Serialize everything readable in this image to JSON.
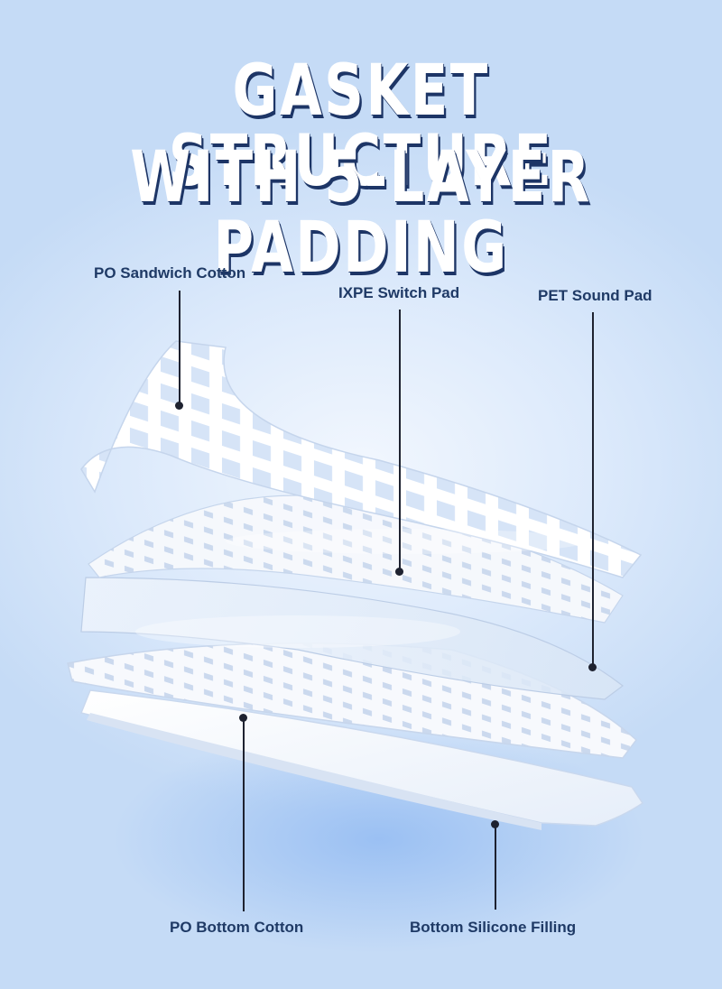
{
  "headline": {
    "line1": "GASKET STRUCTURE",
    "line2": "WITH 5-LAYER PADDING"
  },
  "callouts": [
    {
      "label": "PO Sandwich Cotton"
    },
    {
      "label": "IXPE Switch Pad"
    },
    {
      "label": "PET Sound Pad"
    },
    {
      "label": "PO Bottom Cotton"
    },
    {
      "label": "Bottom Silicone Filling"
    }
  ],
  "colors": {
    "background": "#c8dcf6",
    "headline_fill": "#ffffff",
    "headline_shadow": "#1d3566",
    "label_text": "#1f3a66",
    "leader_line": "#1e2230"
  }
}
